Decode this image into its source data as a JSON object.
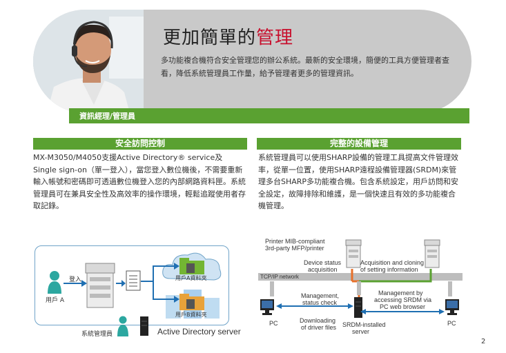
{
  "hero": {
    "title_prefix": "更加簡單的",
    "title_accent": "管理",
    "text": "多功能複合機符合安全管理您的辦公系統。最新的安全環境，簡便的工具方便管理者查看，降低系統管理員工作量，給予管理者更多的管理資訊。",
    "role_label": "資訊經理/管理員"
  },
  "left_section": {
    "header": "安全訪問控制",
    "text": "MX-M3050/M4050支援Active Directory® service及Single sign-on（單一登入），當您登入數位機後，不需要重新輸入帳號和密碼即可透過數位機登入您的內部網路資料匣。系統管理員可在兼具安全性及高效率的操作環境，輕鬆追蹤使用者存取記錄。"
  },
  "right_section": {
    "header": "完整的設備管理",
    "text": "系統管理員可以使用SHARP設備的管理工具提高文件管理效率，從單一位置，使用SHARP遠程設備管理器(SRDM)來管理多台SHARP多功能複合機。包含系統設定，用戶訪問和安全設定，故障排除和維護，是一個快速且有效的多功能複合機管理。"
  },
  "left_diagram": {
    "login_label": "登入",
    "user_a": "用戶 A",
    "folder_a": "用戶A資料夾",
    "folder_b": "用戶B資料夾",
    "sysadmin": "系統管理員",
    "ad_server": "Active Directory server"
  },
  "right_diagram": {
    "printer_label_1": "Printer MIB-compliant",
    "printer_label_2": "3rd-party MFP/printer",
    "device_status_1": "Device status",
    "device_status_2": "acquisition",
    "acq_clone_1": "Acquisition and cloning",
    "acq_clone_2": "of setting information",
    "network": "TCP/IP network",
    "mgmt_status_1": "Management,",
    "mgmt_status_2": "status check",
    "mgmt_srdm_1": "Management by",
    "mgmt_srdm_2": "accessing SRDM via",
    "mgmt_srdm_3": "PC web browser",
    "download_1": "Downloading",
    "download_2": "of driver files",
    "srdm_1": "SRDM-installed",
    "srdm_2": "server",
    "pc_left": "PC",
    "pc_right": "PC"
  },
  "page_number": "2",
  "colors": {
    "green": "#5aa131",
    "red": "#c8102e",
    "orange": "#e8702a",
    "gray_banner": "#c9c9c9",
    "blue": "#1f6fb2"
  }
}
